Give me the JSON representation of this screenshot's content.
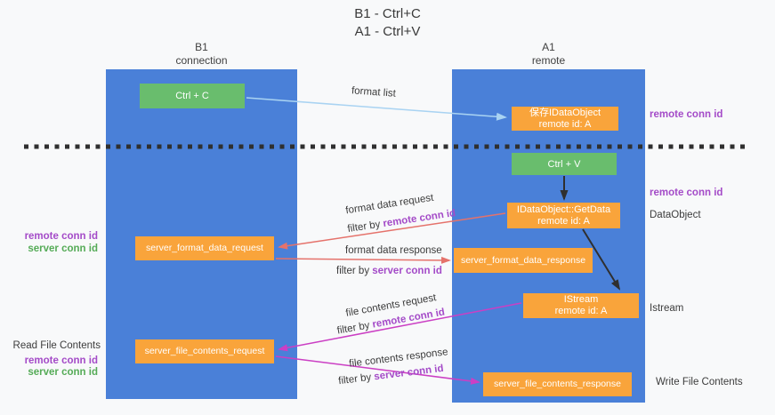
{
  "title": {
    "line1": "B1 - Ctrl+C",
    "line2": "A1 - Ctrl+V"
  },
  "colors": {
    "bg": "#f8f9fa",
    "lane": "#4a80d8",
    "green": "#69bd6d",
    "orange": "#f9a43b",
    "text": "#3c3c3c",
    "purple": "#a44bc8",
    "green_text": "#55ab57",
    "red": "#e5726b",
    "magenta": "#cb3fc4",
    "blue_arrow": "#a9d3f2",
    "black_arrow": "#2f2f2f"
  },
  "lanes": {
    "b1": {
      "name": "B1",
      "role": "connection"
    },
    "a1": {
      "name": "A1",
      "role": "remote"
    }
  },
  "nodes": {
    "ctrl_c": {
      "label": "Ctrl + C"
    },
    "ctrl_v": {
      "label": "Ctrl + V"
    },
    "save_idataobject": {
      "line1": "保存IDataObject",
      "line2": "remote id: A"
    },
    "idataobject_getdata": {
      "line1": "IDataObject::GetData",
      "line2": "remote id: A"
    },
    "istream": {
      "line1": "IStream",
      "line2": "remote id: A"
    },
    "server_format_data_request": {
      "label": "server_format_data_request"
    },
    "server_format_data_response": {
      "label": "server_format_data_response"
    },
    "server_file_contents_request": {
      "label": "server_file_contents_request"
    },
    "server_file_contents_response": {
      "label": "server_file_contents_response"
    }
  },
  "edge_labels": {
    "format_list": "format list",
    "format_data_request": "format data request",
    "filter_remote_1": {
      "prefix": "filter by ",
      "value": "remote conn id"
    },
    "format_data_response": "format data response",
    "filter_server_1": {
      "prefix": "filter by ",
      "value": "server conn id"
    },
    "file_contents_request": "file contents request",
    "filter_remote_2": {
      "prefix": "filter by ",
      "value": "remote conn id"
    },
    "file_contents_response": "file contents response",
    "filter_server_2": {
      "prefix": "filter by ",
      "value": "server conn id"
    }
  },
  "side_labels": {
    "right_remote_conn_top": "remote conn id",
    "right_remote_conn_mid": "remote conn id",
    "right_dataobject": "DataObject",
    "right_istream": "Istream",
    "right_write_file": "Write File Contents",
    "left_remote_conn_1": "remote conn id",
    "left_server_conn_1": "server conn id",
    "left_read_file": "Read File Contents",
    "left_remote_conn_2": "remote conn id",
    "left_server_conn_2": "server conn id"
  }
}
